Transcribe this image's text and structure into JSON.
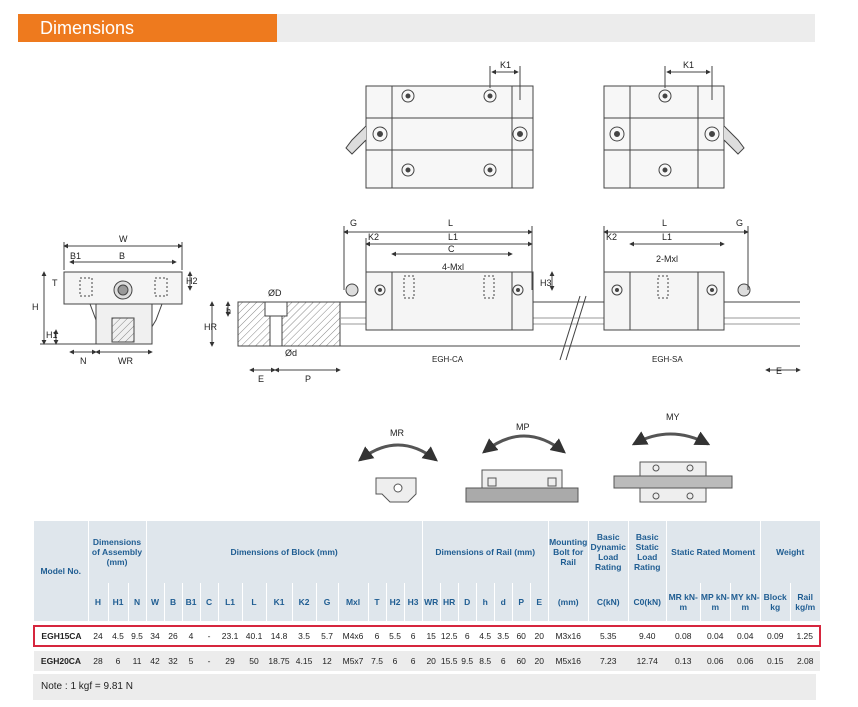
{
  "header": {
    "title": "Dimensions"
  },
  "drawing": {
    "top_view_k1": "K1",
    "front_labels": {
      "W": "W",
      "B": "B",
      "B1": "B1",
      "T": "T",
      "H": "H",
      "H1": "H1",
      "H2": "H2",
      "N": "N",
      "WR": "WR"
    },
    "rail_labels": {
      "phiD": "ØD",
      "h": "h",
      "HR": "HR",
      "phid": "Ød",
      "E": "E",
      "P": "P"
    },
    "ca_labels": {
      "G": "G",
      "L": "L",
      "L1": "L1",
      "K2": "K2",
      "C": "C",
      "mxl": "4-Mxl",
      "H3": "H3",
      "name": "EGH-CA"
    },
    "sa_labels": {
      "G": "G",
      "L": "L",
      "L1": "L1",
      "K2": "K2",
      "mxl": "2-Mxl",
      "E": "E",
      "name": "EGH-SA"
    },
    "moments": {
      "mr": "MR",
      "mp": "MP",
      "my": "MY"
    }
  },
  "table": {
    "group_headers": {
      "model": "Model No.",
      "assembly": "Dimensions of Assembly (mm)",
      "block": "Dimensions of Block (mm)",
      "rail": "Dimensions of Rail (mm)",
      "bolt": "Mounting Bolt for Rail",
      "dyn": "Basic Dynamic Load Rating",
      "stat": "Basic Static Load Rating",
      "moment": "Static Rated Moment",
      "weight": "Weight"
    },
    "sub_headers": [
      "H",
      "H1",
      "N",
      "W",
      "B",
      "B1",
      "C",
      "L1",
      "L",
      "K1",
      "K2",
      "G",
      "Mxl",
      "T",
      "H2",
      "H3",
      "WR",
      "HR",
      "D",
      "h",
      "d",
      "P",
      "E",
      "(mm)",
      "C(kN)",
      "C0(kN)",
      "MR kN-m",
      "MP kN-m",
      "MY kN-m",
      "Block kg",
      "Rail kg/m"
    ],
    "rows": [
      [
        "EGH15CA",
        "24",
        "4.5",
        "9.5",
        "34",
        "26",
        "4",
        "-",
        "23.1",
        "40.1",
        "14.8",
        "3.5",
        "5.7",
        "M4x6",
        "6",
        "5.5",
        "6",
        "15",
        "12.5",
        "6",
        "4.5",
        "3.5",
        "60",
        "20",
        "M3x16",
        "5.35",
        "9.40",
        "0.08",
        "0.04",
        "0.04",
        "0.09",
        "1.25"
      ],
      [
        "EGH20CA",
        "28",
        "6",
        "11",
        "42",
        "32",
        "5",
        "-",
        "29",
        "50",
        "18.75",
        "4.15",
        "12",
        "M5x7",
        "7.5",
        "6",
        "6",
        "20",
        "15.5",
        "9.5",
        "8.5",
        "6",
        "60",
        "20",
        "M5x16",
        "7.23",
        "12.74",
        "0.13",
        "0.06",
        "0.06",
        "0.15",
        "2.08"
      ]
    ]
  },
  "note": "Note : 1 kgf = 9.81 N",
  "colors": {
    "accent": "#ee7a1e",
    "header_blue": "#1f5d92",
    "highlight": "#d6263e",
    "table_header_bg": "#dfe6ec"
  }
}
